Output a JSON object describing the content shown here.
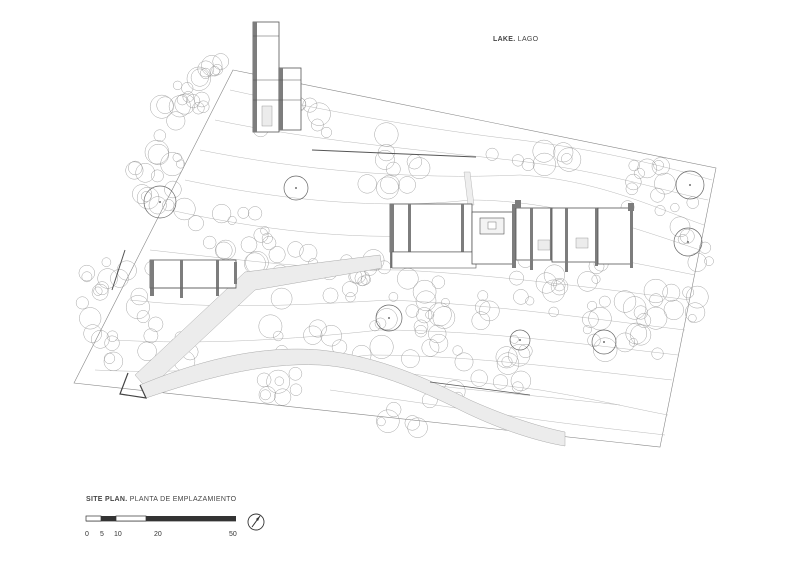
{
  "lake_label": {
    "bold": "LAKE.",
    "rest": "LAGO"
  },
  "plan_title": {
    "bold": "SITE PLAN.",
    "rest": "PLANTA DE EMPLAZAMIENTO"
  },
  "scale_bar": {
    "ticks": [
      "0",
      "5",
      "10",
      "20",
      "50"
    ]
  },
  "icons": {
    "north": "north-arrow-icon"
  },
  "colors": {
    "line": "#555555",
    "light": "#bbbbbb",
    "fill": "#ebebeb",
    "shadow": "#7d7d7d"
  }
}
